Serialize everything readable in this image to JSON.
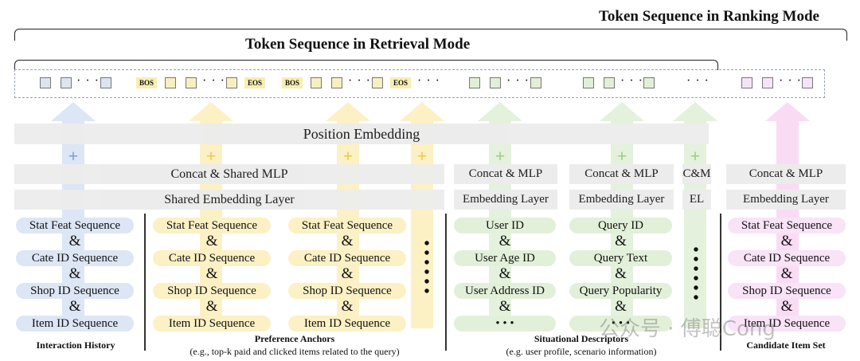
{
  "titles": {
    "ranking": "Token Sequence in Ranking Mode",
    "retrieval": "Token Sequence in Retrieval Mode"
  },
  "tokens": {
    "bos": "BOS",
    "eos": "EOS",
    "ellipsis": "· · ·"
  },
  "position_embedding": "Position Embedding",
  "plus": "+",
  "layers": {
    "concat_shared_mlp": "Concat & Shared MLP",
    "shared_embedding": "Shared Embedding Layer",
    "concat_mlp": "Concat & MLP",
    "embedding_layer": "Embedding Layer",
    "cm": "C&M",
    "el": "EL"
  },
  "amp": "&",
  "columns": {
    "interaction": [
      "Stat Feat Sequence",
      "Cate ID Sequence",
      "Shop ID Sequence",
      "Item ID Sequence"
    ],
    "anchor": [
      "Stat Feat Sequence",
      "Cate ID Sequence",
      "Shop ID Sequence",
      "Item ID Sequence"
    ],
    "user": [
      "User ID",
      "User Age ID",
      "User Address ID",
      "• • •"
    ],
    "query": [
      "Query ID",
      "Query Text",
      "Query Popularity",
      "• • •"
    ],
    "candidate": [
      "Stat Feat Sequence",
      "Cate ID Sequence",
      "Shop ID Sequence",
      "Item ID Sequence"
    ]
  },
  "captions": {
    "interaction": "Interaction History",
    "anchors": "Preference Anchors",
    "anchors_sub_em": "e.g.",
    "anchors_sub": "(e.g., top-k paid and clicked items related to the query)",
    "situational": "Situational Descriptors",
    "situational_sub": "(e.g. user profile, scenario information)",
    "candidate": "Candidate Item Set"
  },
  "watermark": "公众号 · 傅聪Cong",
  "colors": {
    "blue": "#dce4f1",
    "yellow": "#fbf1c4",
    "green": "#e3f0d9",
    "pink": "#f9dcf3",
    "bar": "#ececec",
    "plus_blue": "#7f9fd8",
    "plus_yellow": "#f2c84b",
    "plus_green": "#9ccf84"
  }
}
